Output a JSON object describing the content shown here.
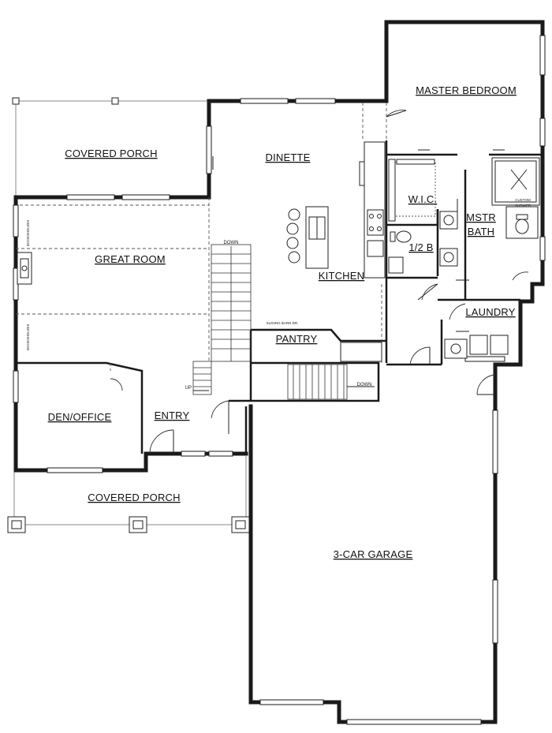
{
  "rooms": {
    "master_bedroom": "MASTER BEDROOM",
    "covered_porch_rear": "COVERED PORCH",
    "dinette": "DINETTE",
    "wic": "W.I.C.",
    "mstr_bath_line1": "MSTR",
    "mstr_bath_line2": "BATH",
    "great_room": "GREAT ROOM",
    "half_bath": "1/2 B",
    "kitchen": "KITCHEN",
    "laundry": "LAUNDRY",
    "pantry": "PANTRY",
    "den_office": "DEN/OFFICE",
    "entry": "ENTRY",
    "covered_porch_front": "COVERED PORCH",
    "garage": "3-CAR GARAGE"
  },
  "notes": {
    "custom_shower_line1": "CUSTOM",
    "custom_shower_line2": "SHOWER",
    "bookshelves_upper": "BOOKSHELVES",
    "bookshelves_lower": "BOOKSHELVES",
    "stair_down_upper": "DOWN",
    "stair_down_garage": "DOWN",
    "stair_up": "UP",
    "sliding_barn": "SLIDING BARN DR."
  }
}
